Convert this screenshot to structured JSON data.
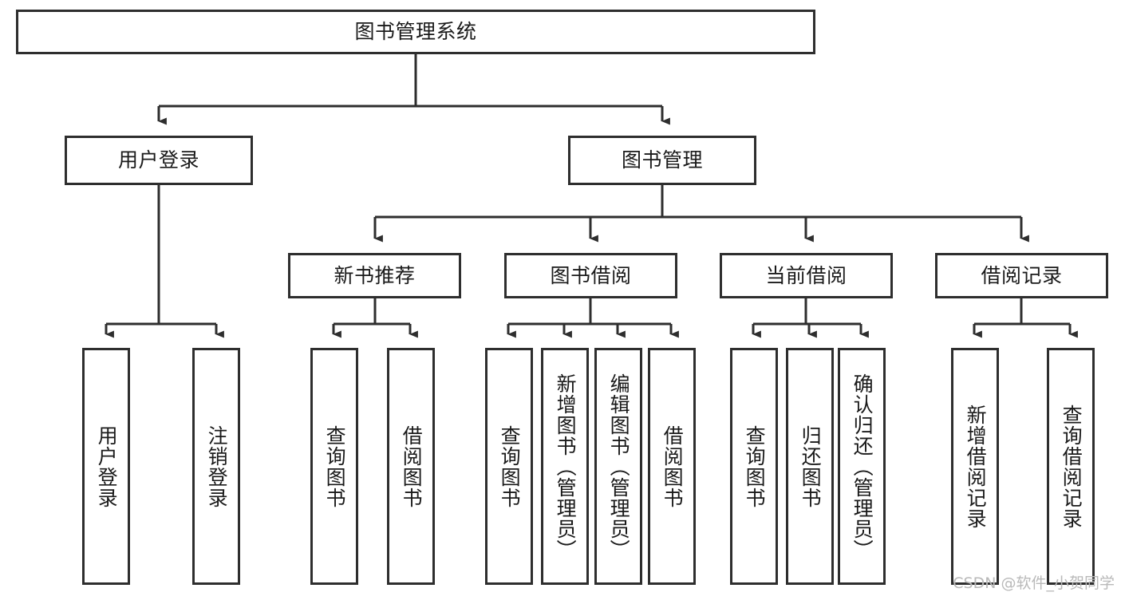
{
  "diagram": {
    "title": "图书管理系统",
    "type": "tree",
    "colors": {
      "box_border": "#2e2e2e",
      "box_fill": "#ffffff",
      "connector": "#2e2e2e",
      "text": "#1a1a1a",
      "watermark": "#b9b9b9",
      "background": "#ffffff"
    },
    "nodes": {
      "root": {
        "label": "图书管理系统"
      },
      "level2": [
        {
          "id": "user-login",
          "label": "用户登录"
        },
        {
          "id": "book-manage",
          "label": "图书管理"
        }
      ],
      "level3": [
        {
          "id": "new-book-recommend",
          "label": "新书推荐"
        },
        {
          "id": "book-borrow",
          "label": "图书借阅"
        },
        {
          "id": "current-borrow",
          "label": "当前借阅"
        },
        {
          "id": "borrow-record",
          "label": "借阅记录"
        }
      ],
      "leaves": {
        "user_login": [
          {
            "id": "leaf-user-login",
            "label": "用户登录"
          },
          {
            "id": "leaf-logout",
            "label": "注销登录"
          }
        ],
        "new_book_recommend": [
          {
            "id": "leaf-query-book-1",
            "label": "查询图书"
          },
          {
            "id": "leaf-borrow-book-1",
            "label": "借阅图书"
          }
        ],
        "book_borrow": [
          {
            "id": "leaf-query-book-2",
            "label": "查询图书"
          },
          {
            "id": "leaf-add-book",
            "label": "新增图书（管理员）"
          },
          {
            "id": "leaf-edit-book",
            "label": "编辑图书（管理员）"
          },
          {
            "id": "leaf-borrow-book-2",
            "label": "借阅图书"
          }
        ],
        "current_borrow": [
          {
            "id": "leaf-query-book-3",
            "label": "查询图书"
          },
          {
            "id": "leaf-return-book",
            "label": "归还图书"
          },
          {
            "id": "leaf-confirm-return",
            "label": "确认归还（管理员）"
          }
        ],
        "borrow_record": [
          {
            "id": "leaf-add-record",
            "label": "新增借阅记录"
          },
          {
            "id": "leaf-query-record",
            "label": "查询借阅记录"
          }
        ]
      }
    }
  },
  "watermark": {
    "text": "CSDN @软件_小贺同学"
  }
}
